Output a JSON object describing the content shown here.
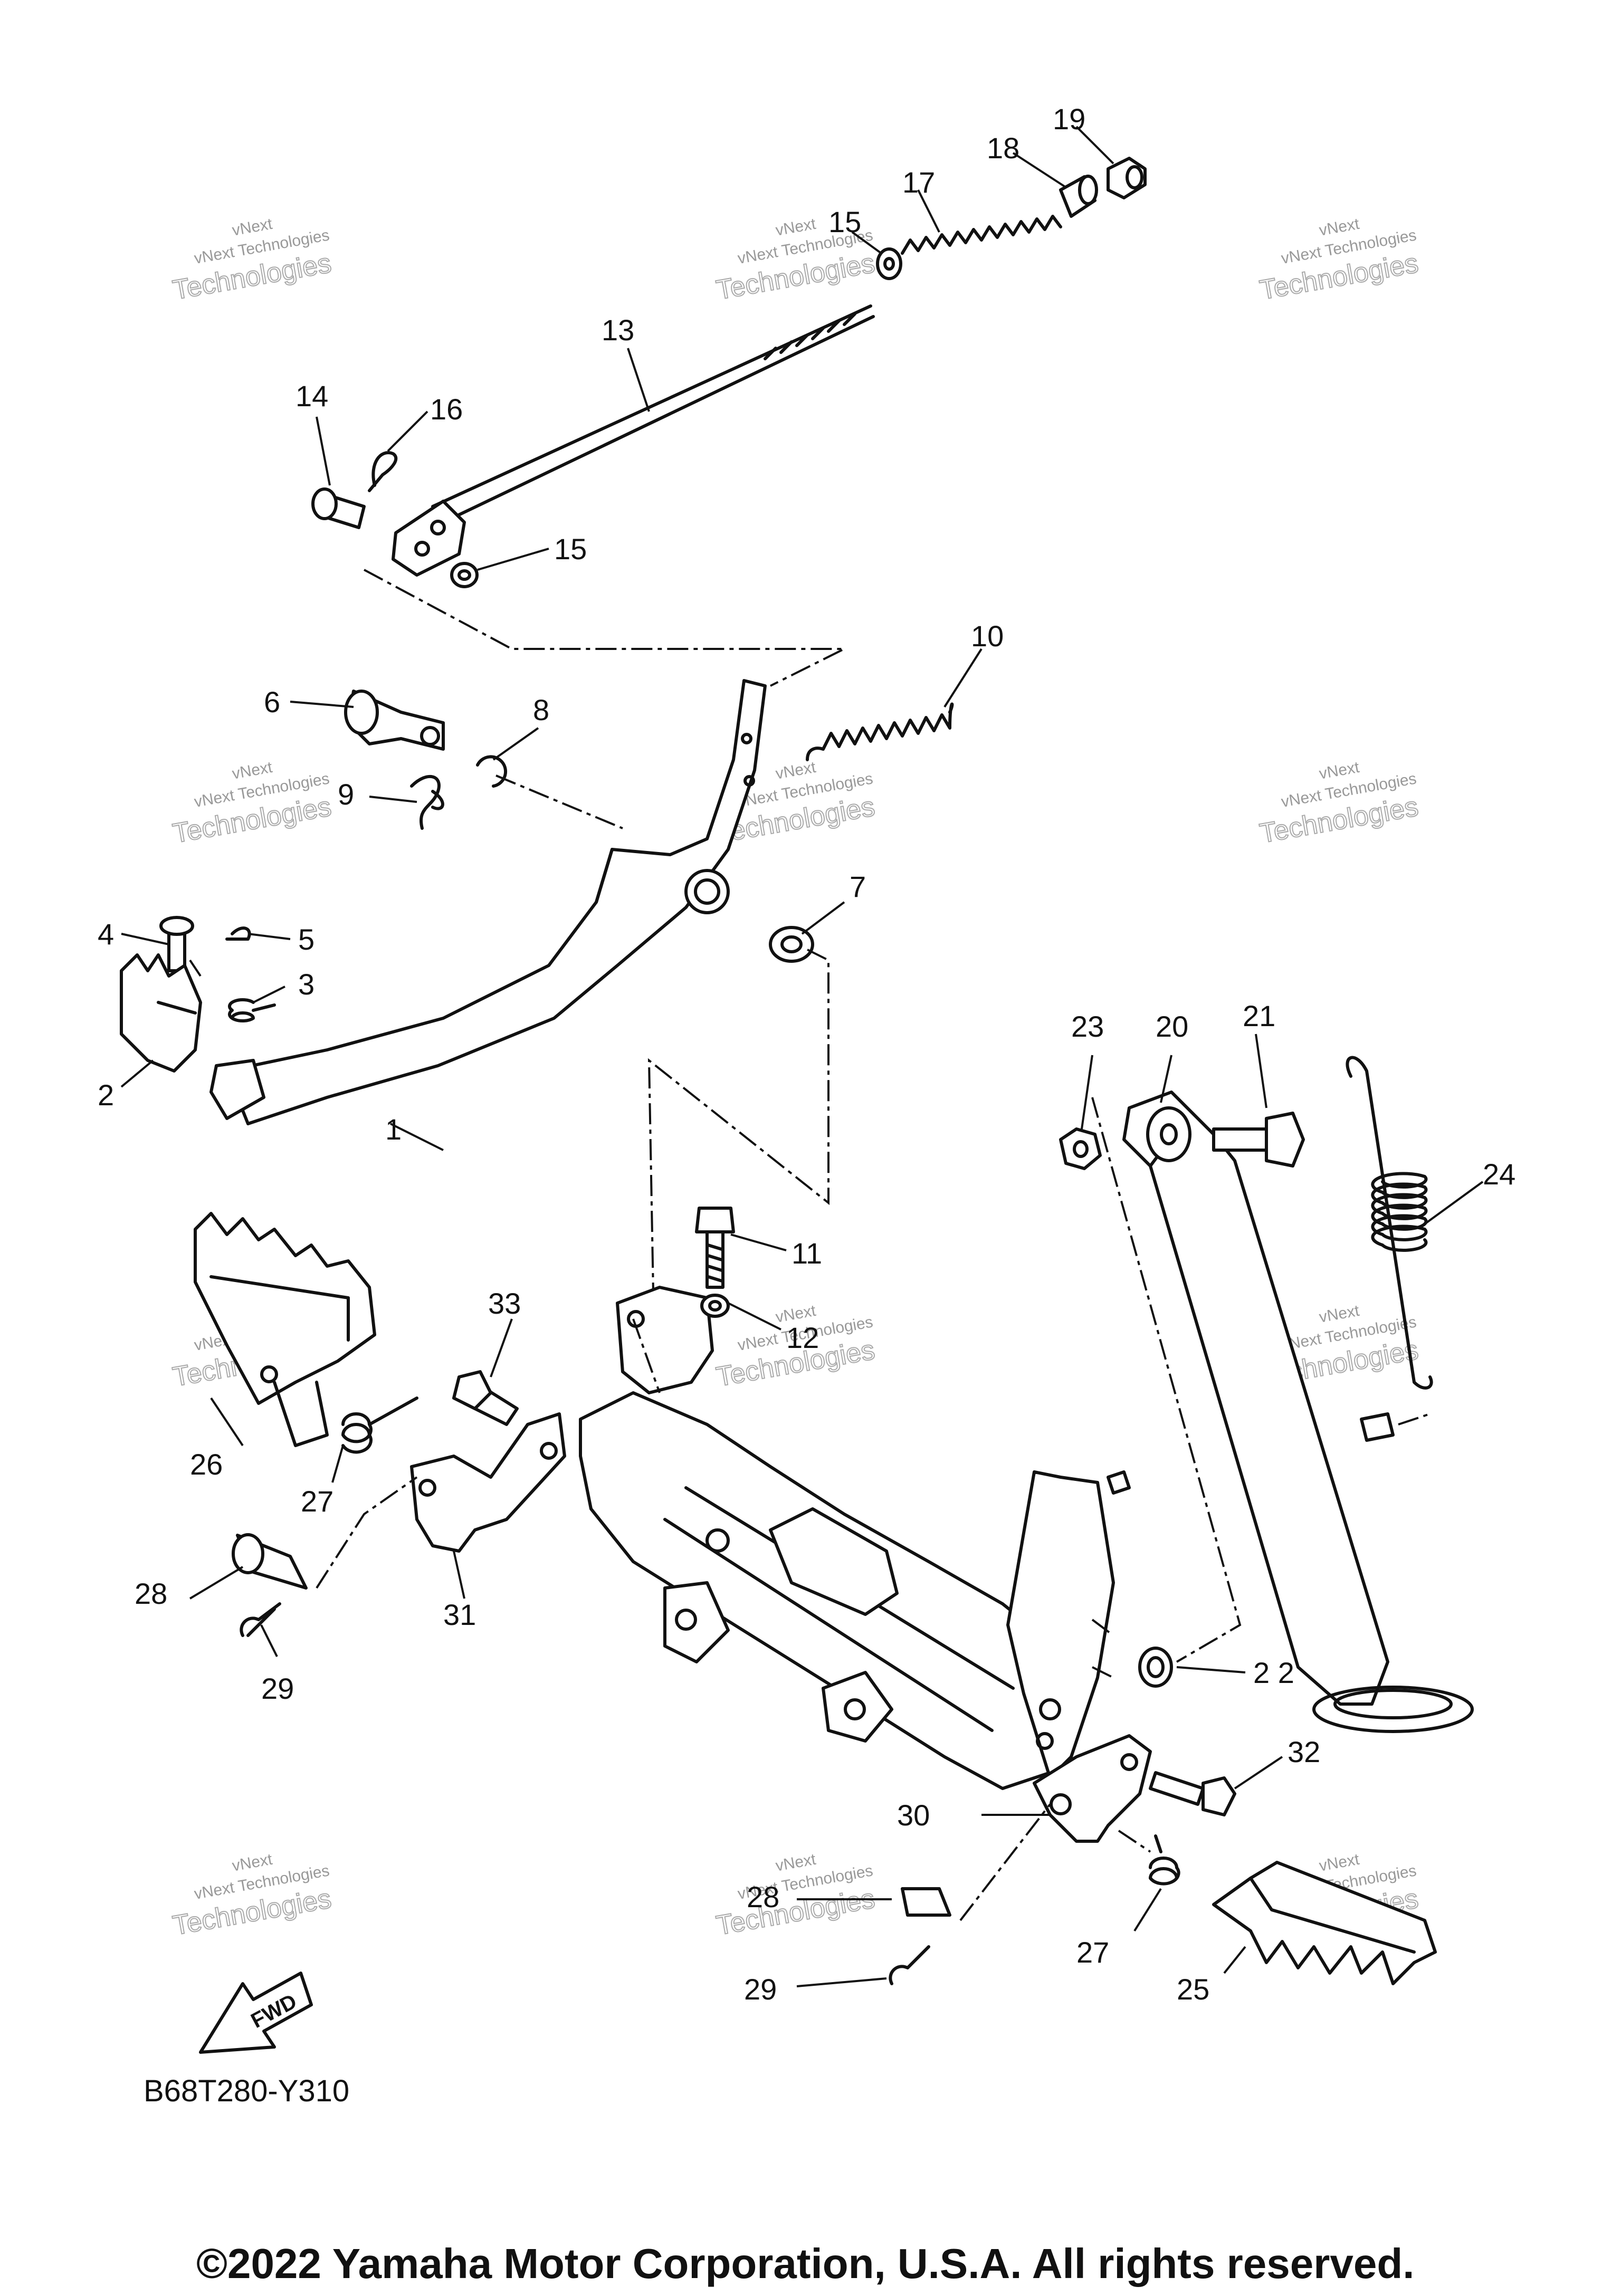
{
  "diagram": {
    "code": "B68T280-Y310",
    "copyright": "©2022 Yamaha Motor Corporation, U.S.A. All rights reserved.",
    "fwd_label": "FWD",
    "watermark": {
      "line1": "vNext",
      "line2": "vNext Technologies",
      "line3": "Technologies"
    },
    "callouts": [
      {
        "id": "c1",
        "label": "1"
      },
      {
        "id": "c2",
        "label": "2"
      },
      {
        "id": "c3",
        "label": "3"
      },
      {
        "id": "c4",
        "label": "4"
      },
      {
        "id": "c5",
        "label": "5"
      },
      {
        "id": "c6",
        "label": "6"
      },
      {
        "id": "c7",
        "label": "7"
      },
      {
        "id": "c8",
        "label": "8"
      },
      {
        "id": "c9",
        "label": "9"
      },
      {
        "id": "c10",
        "label": "10"
      },
      {
        "id": "c11",
        "label": "11"
      },
      {
        "id": "c12",
        "label": "12"
      },
      {
        "id": "c13",
        "label": "13"
      },
      {
        "id": "c14",
        "label": "14"
      },
      {
        "id": "c15a",
        "label": "15"
      },
      {
        "id": "c15b",
        "label": "15"
      },
      {
        "id": "c16",
        "label": "16"
      },
      {
        "id": "c17",
        "label": "17"
      },
      {
        "id": "c18",
        "label": "18"
      },
      {
        "id": "c19",
        "label": "19"
      },
      {
        "id": "c20",
        "label": "20"
      },
      {
        "id": "c21",
        "label": "21"
      },
      {
        "id": "c22",
        "label": "2 2"
      },
      {
        "id": "c23",
        "label": "23"
      },
      {
        "id": "c24",
        "label": "24"
      },
      {
        "id": "c25",
        "label": "25"
      },
      {
        "id": "c26",
        "label": "26"
      },
      {
        "id": "c27a",
        "label": "27"
      },
      {
        "id": "c27b",
        "label": "27"
      },
      {
        "id": "c28a",
        "label": "28"
      },
      {
        "id": "c28b",
        "label": "28"
      },
      {
        "id": "c29a",
        "label": "29"
      },
      {
        "id": "c29b",
        "label": "29"
      },
      {
        "id": "c30",
        "label": "30"
      },
      {
        "id": "c31",
        "label": "31"
      },
      {
        "id": "c32",
        "label": "32"
      },
      {
        "id": "c33",
        "label": "33"
      }
    ]
  }
}
